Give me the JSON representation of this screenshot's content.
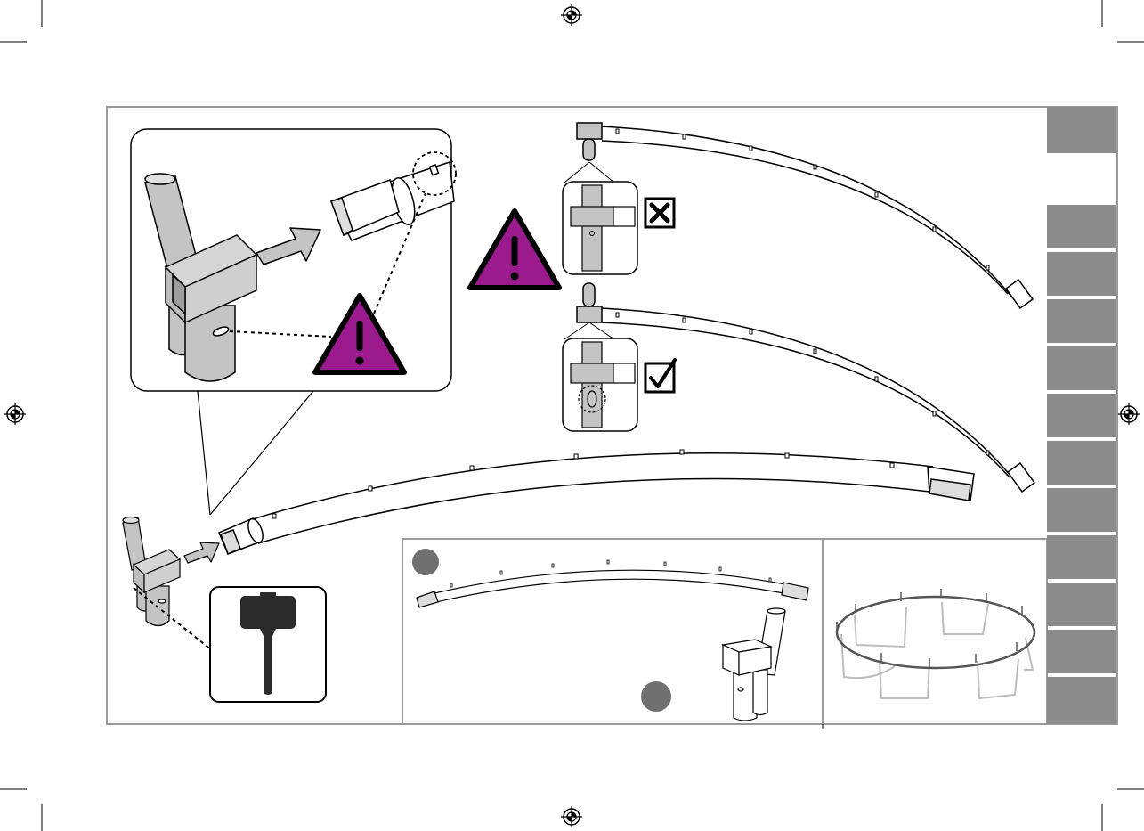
{
  "colors": {
    "warning_fill": "#9b1a8e",
    "side_tab": "#8c8c8c",
    "tube_gray": "#c4c4c4",
    "frame_border": "#9a9a9a",
    "step_circle": "#707070"
  },
  "icons": [
    "registration-mark-icon",
    "warning-triangle-icon",
    "cross-box-icon",
    "check-box-icon",
    "arrow-icon",
    "mallet-icon"
  ],
  "side_tabs": {
    "top_count": 1,
    "index_count": 11
  },
  "step_markers": {
    "count": 2
  }
}
